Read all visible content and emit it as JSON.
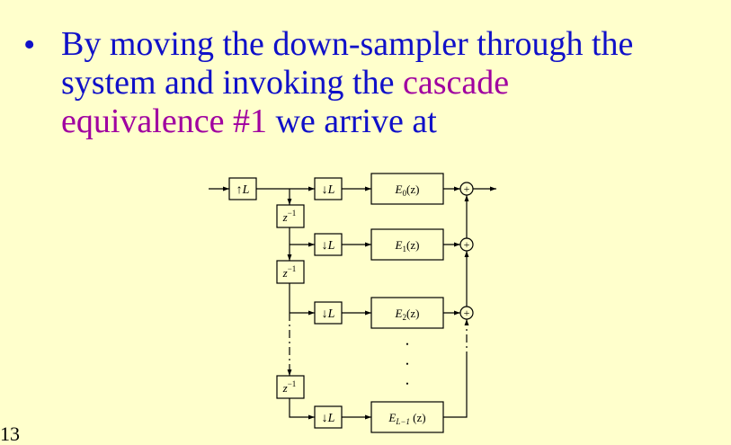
{
  "slide": {
    "bullet_char": "•",
    "line1": "By moving the down-sampler through the",
    "line2_pre": "system and invoking the ",
    "line2_hl": "cascade",
    "line3_hl": "equivalence #1",
    "line3_post": " we arrive at",
    "slide_number": "13"
  },
  "colors": {
    "text": "#1010c8",
    "highlight": "#a000a0",
    "background": "#ffffcc"
  },
  "diagram": {
    "upsampler": {
      "arrow": "↑",
      "sym": "L"
    },
    "downsampler": {
      "arrow": "↓",
      "sym": "L"
    },
    "delay": {
      "base": "z",
      "sup": "−1"
    },
    "filters": [
      {
        "base": "E",
        "sub": "0",
        "arg": "(z)"
      },
      {
        "base": "E",
        "sub": "1",
        "arg": "(z)"
      },
      {
        "base": "E",
        "sub": "2",
        "arg": "(z)"
      },
      {
        "base": "E",
        "sub": "L−1",
        "arg": " (z)"
      }
    ],
    "adder_symbol": "+",
    "ellipsis_dots": "•"
  }
}
